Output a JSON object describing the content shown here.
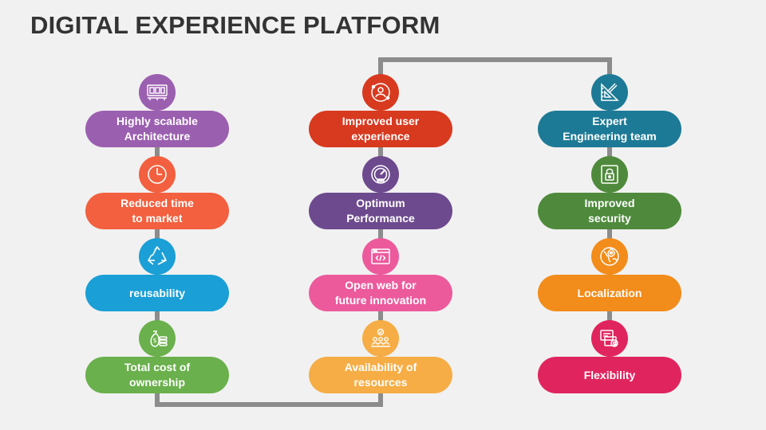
{
  "title": "DIGITAL EXPERIENCE PLATFORM",
  "connector_color": "#8c8c8c",
  "columns": [
    {
      "items": [
        {
          "label": "Highly scalable\nArchitecture",
          "color": "#9b5fb0",
          "icon": "architecture-icon"
        },
        {
          "label": "Reduced time\nto market",
          "color": "#f2603f",
          "icon": "clock-icon"
        },
        {
          "label": "reusability",
          "color": "#1a9fd6",
          "icon": "recycle-icon"
        },
        {
          "label": "Total cost of\nownership",
          "color": "#6ab04c",
          "icon": "money-bag-icon"
        }
      ]
    },
    {
      "items": [
        {
          "label": "Improved user\nexperience",
          "color": "#d83a1f",
          "icon": "user-experience-icon"
        },
        {
          "label": "Optimum\nPerformance",
          "color": "#6d4a8e",
          "icon": "speedometer-icon"
        },
        {
          "label": "Open web for\nfuture innovation",
          "color": "#ec5a9c",
          "icon": "code-window-icon"
        },
        {
          "label": "Availability of\nresources",
          "color": "#f6ad45",
          "icon": "team-resources-icon"
        }
      ]
    },
    {
      "items": [
        {
          "label": "Expert\nEngineering team",
          "color": "#1d7a96",
          "icon": "engineering-tools-icon"
        },
        {
          "label": "Improved\nsecurity",
          "color": "#4f8a3c",
          "icon": "lock-icon"
        },
        {
          "label": "Localization",
          "color": "#f28c1a",
          "icon": "globe-location-icon"
        },
        {
          "label": "Flexibility",
          "color": "#e0255e",
          "icon": "flexibility-settings-icon"
        }
      ]
    }
  ]
}
